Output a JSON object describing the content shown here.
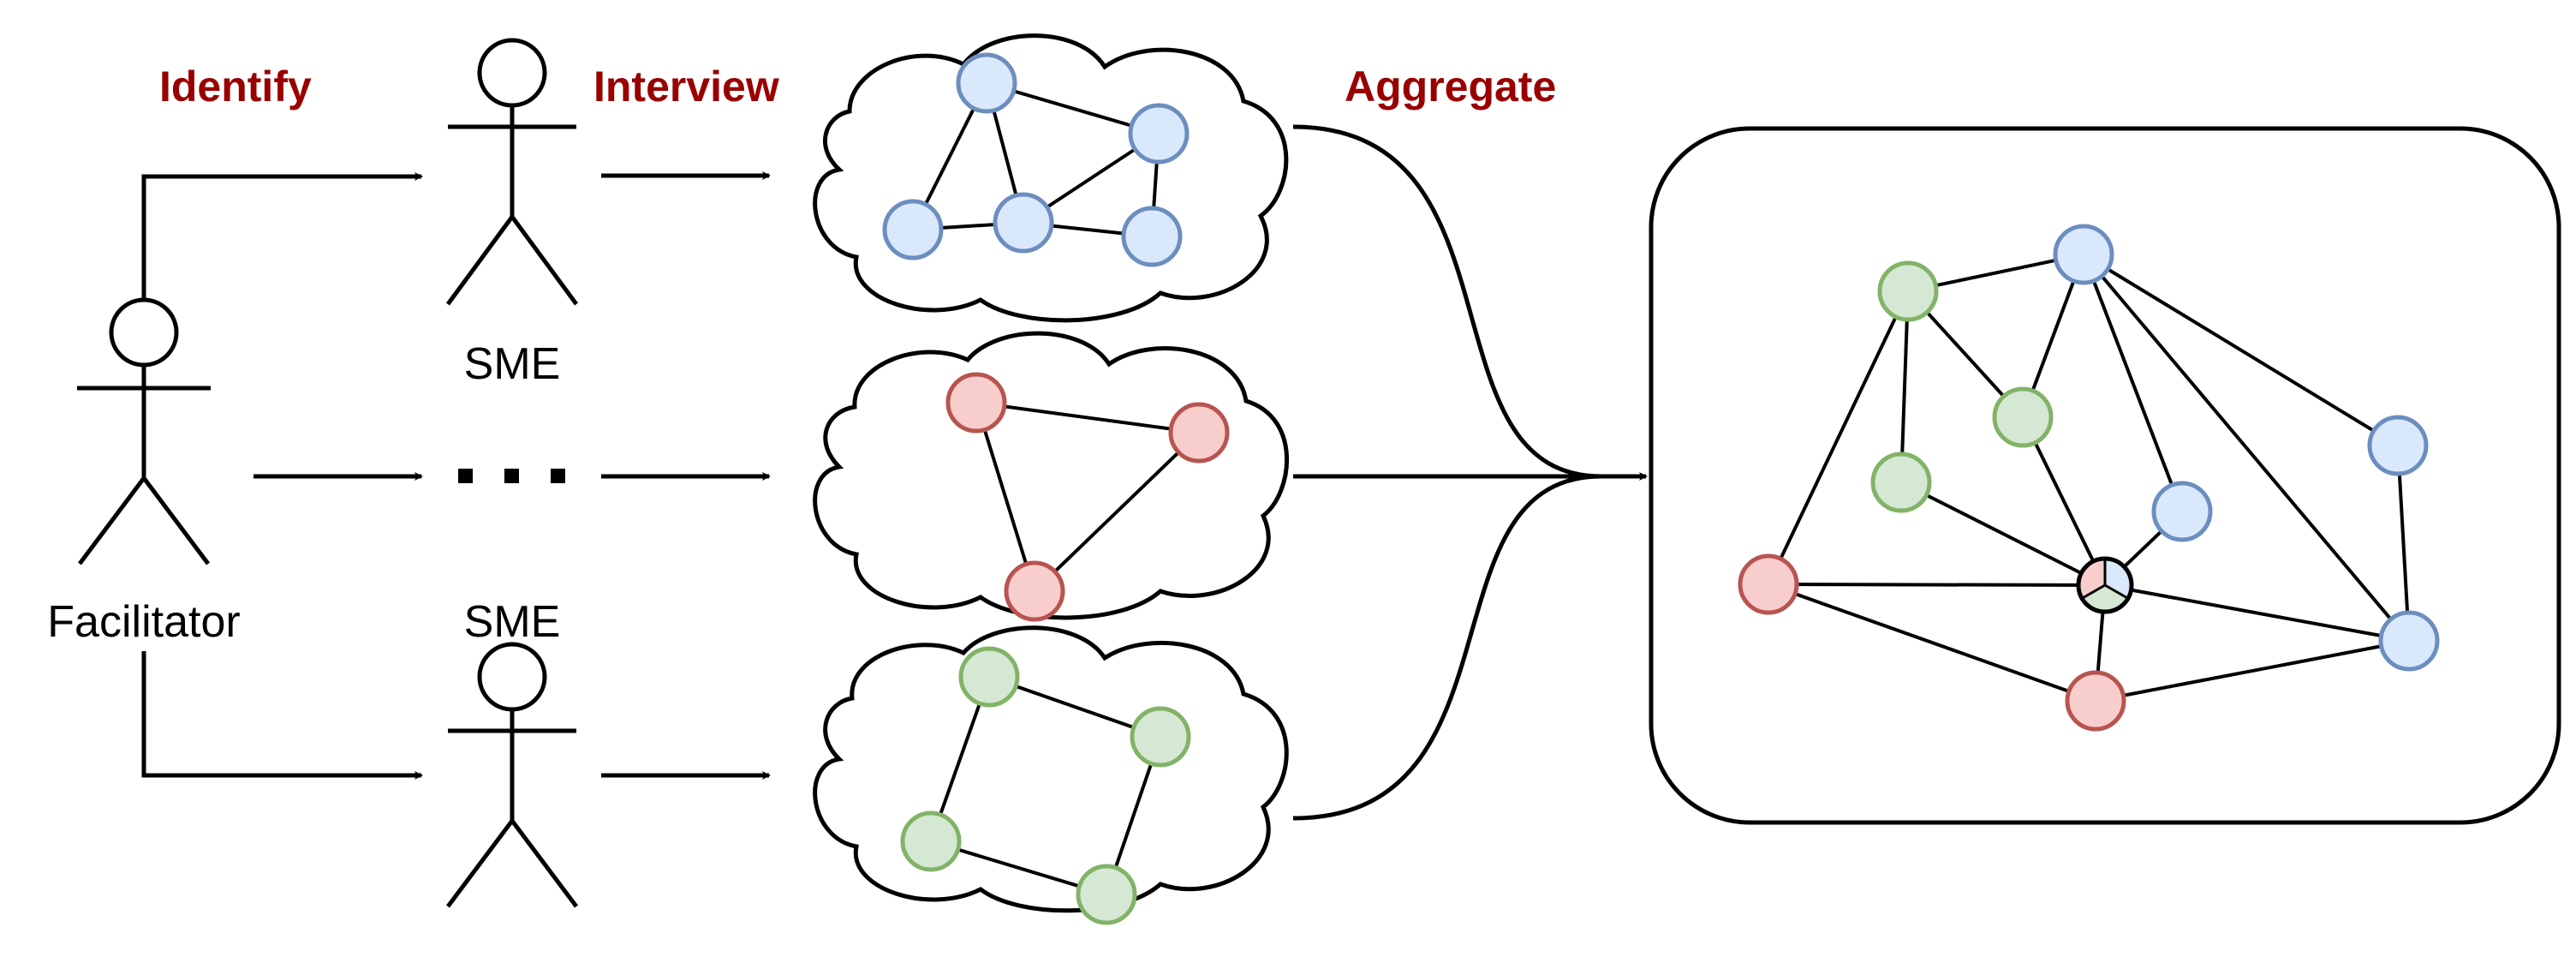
{
  "steps": {
    "identify": "Identify",
    "interview": "Interview",
    "aggregate": "Aggregate"
  },
  "actors": {
    "facilitator": "Facilitator",
    "sme_top": "SME",
    "sme_bottom": "SME"
  },
  "colors": {
    "step_label": "#990000",
    "blue_fill": "#dae8fc",
    "blue_stroke": "#6c8ebf",
    "red_fill": "#f8cecc",
    "red_stroke": "#b85450",
    "green_fill": "#d5e8d4",
    "green_stroke": "#82b366",
    "line": "#000000"
  }
}
